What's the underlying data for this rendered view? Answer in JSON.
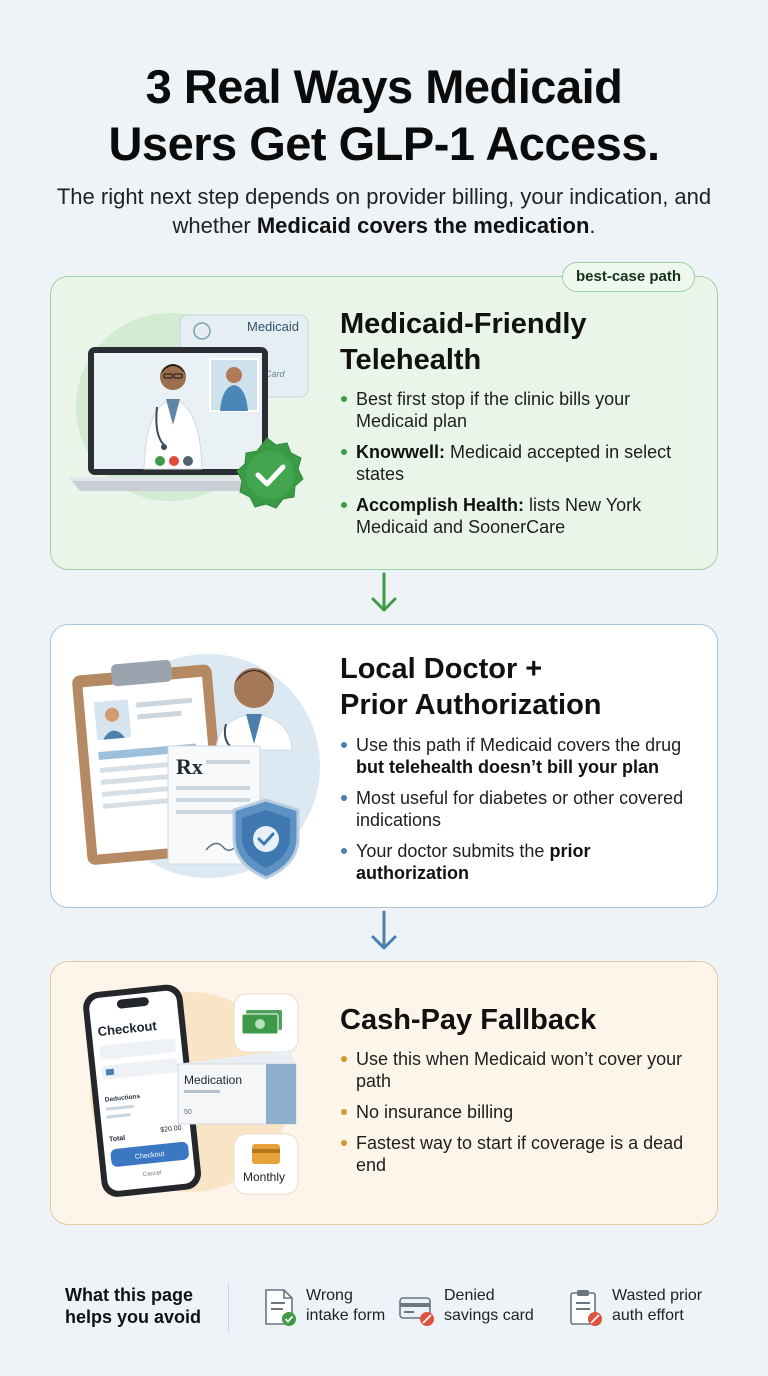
{
  "header": {
    "title_line1": "3 Real Ways Medicaid",
    "title_line2": "Users Get GLP-1 Access.",
    "subtitle_pre": "The right next step depends on provider billing, your indication, and whether ",
    "subtitle_bold": "Medicaid covers the medication",
    "subtitle_post": "."
  },
  "cards": [
    {
      "badge": "best-case path",
      "title_line1": "Medicaid-Friendly",
      "title_line2": "Telehealth",
      "art": {
        "card_label": "Medicaid",
        "card_sub": "it Card"
      },
      "bullets": [
        {
          "bold": "",
          "text": "Best first stop if the clinic bills your Medicaid plan"
        },
        {
          "bold": "Knowwell:",
          "text": " Medicaid accepted in select states"
        },
        {
          "bold": "Accomplish Health:",
          "text": " lists New York Medicaid and SoonerCare"
        }
      ]
    },
    {
      "title_line1": "Local Doctor +",
      "title_line2": "Prior Authorization",
      "art": {
        "rx": "Rx"
      },
      "bullets": [
        {
          "text": "Use this path if Medicaid covers the drug ",
          "bold": "but telehealth doesn’t bill your plan"
        },
        {
          "text": "Most useful for diabetes or other covered indications",
          "bold": ""
        },
        {
          "text": "Your doctor submits the ",
          "bold": "prior authorization"
        }
      ]
    },
    {
      "title": "Cash-Pay Fallback",
      "art": {
        "phone_title": "Checkout",
        "phone_section": "Deductions",
        "phone_total_label": "Total",
        "phone_total_value": "$20 00",
        "phone_button": "Checkout",
        "phone_cancel": "Cancel",
        "box_label": "Medication",
        "box_dose": "50",
        "monthly_label": "Monthly"
      },
      "bullets": [
        {
          "text": "Use this when Medicaid won’t cover your path"
        },
        {
          "text": "No insurance billing"
        },
        {
          "text": "Fastest way to start if coverage is a dead end"
        }
      ]
    }
  ],
  "footer": {
    "title": "What this page helps you avoid",
    "items": [
      {
        "icon": "form-check-icon",
        "line1": "Wrong",
        "line2": "intake form"
      },
      {
        "icon": "card-denied-icon",
        "line1": "Denied",
        "line2": "savings card"
      },
      {
        "icon": "clipboard-block-icon",
        "line1": "Wasted prior",
        "line2": "auth effort"
      }
    ]
  },
  "colors": {
    "green_accent": "#3f9b45",
    "blue_accent": "#4a7fae",
    "orange_accent": "#d4962b",
    "card1_bg": "#eaf5ea",
    "card2_bg": "#ffffff",
    "card3_bg": "#fdf5e9"
  }
}
